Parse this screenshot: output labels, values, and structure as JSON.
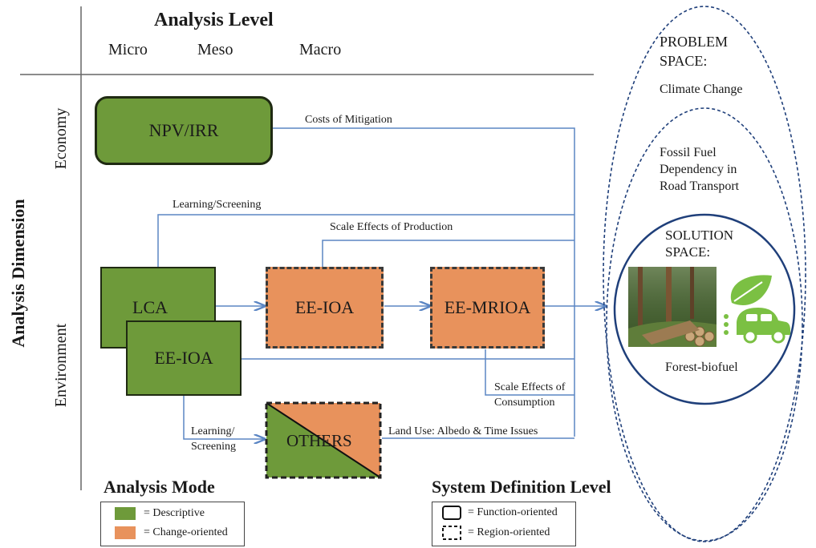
{
  "header": {
    "analysis_level": "Analysis Level",
    "levels": [
      "Micro",
      "Meso",
      "Macro"
    ]
  },
  "dimension": {
    "title": "Analysis Dimension",
    "rows": [
      "Economy",
      "Environment"
    ]
  },
  "boxes": {
    "npv": "NPV/IRR",
    "lca": "LCA",
    "ee_ioa_green": "EE-IOA",
    "ee_ioa_orange": "EE-IOA",
    "ee_mrioa": "EE-MRIOA",
    "others": "OTHERS"
  },
  "edges": {
    "costs": "Costs of Mitigation",
    "learning_top": "Learning/Screening",
    "scale_production": "Scale Effects of Production",
    "scale_consumption_1": "Scale Effects of",
    "scale_consumption_2": "Consumption",
    "learning_bottom_1": "Learning/",
    "learning_bottom_2": "Screening",
    "land_use": "Land Use:  Albedo & Time Issues"
  },
  "spaces": {
    "problem_1": "PROBLEM",
    "problem_2": "SPACE:",
    "climate": "Climate Change",
    "fossil_1": "Fossil Fuel",
    "fossil_2": "Dependency in",
    "fossil_3": "Road Transport",
    "solution_1": "SOLUTION",
    "solution_2": "SPACE:",
    "forest": "Forest-biofuel"
  },
  "legend_mode": {
    "title": "Analysis Mode",
    "descriptive": "= Descriptive",
    "change": "= Change-oriented"
  },
  "legend_system": {
    "title": "System Definition Level",
    "function": "= Function-oriented",
    "region": "= Region-oriented"
  },
  "colors": {
    "green": "#6e9a3a",
    "orange": "#e8925c",
    "arrow": "#5b86c4",
    "ellipse": "#1f3f7a"
  }
}
